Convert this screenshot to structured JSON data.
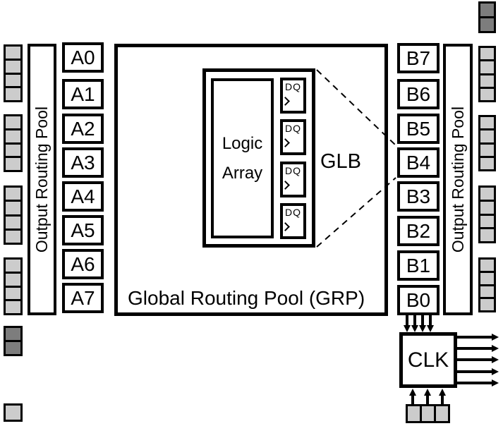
{
  "colors": {
    "pad_light": "#cccccc",
    "pad_dark": "#7d7d7d",
    "line": "#000000",
    "background": "#ffffff"
  },
  "left_routing_pool": {
    "label": "Output Routing Pool"
  },
  "right_routing_pool": {
    "label": "Output Routing Pool"
  },
  "a_blocks": [
    "A0",
    "A1",
    "A2",
    "A3",
    "A4",
    "A5",
    "A6",
    "A7"
  ],
  "b_blocks": [
    "B7",
    "B6",
    "B5",
    "B4",
    "B3",
    "B2",
    "B1",
    "B0"
  ],
  "grp": {
    "label": "Global Routing Pool (GRP)"
  },
  "glb_detail": {
    "label": "GLB",
    "logic_array": {
      "line1": "Logic",
      "line2": "Array"
    },
    "flipflop": {
      "d_label": "D",
      "q_label": "Q"
    }
  },
  "clk": {
    "label": "CLK"
  }
}
